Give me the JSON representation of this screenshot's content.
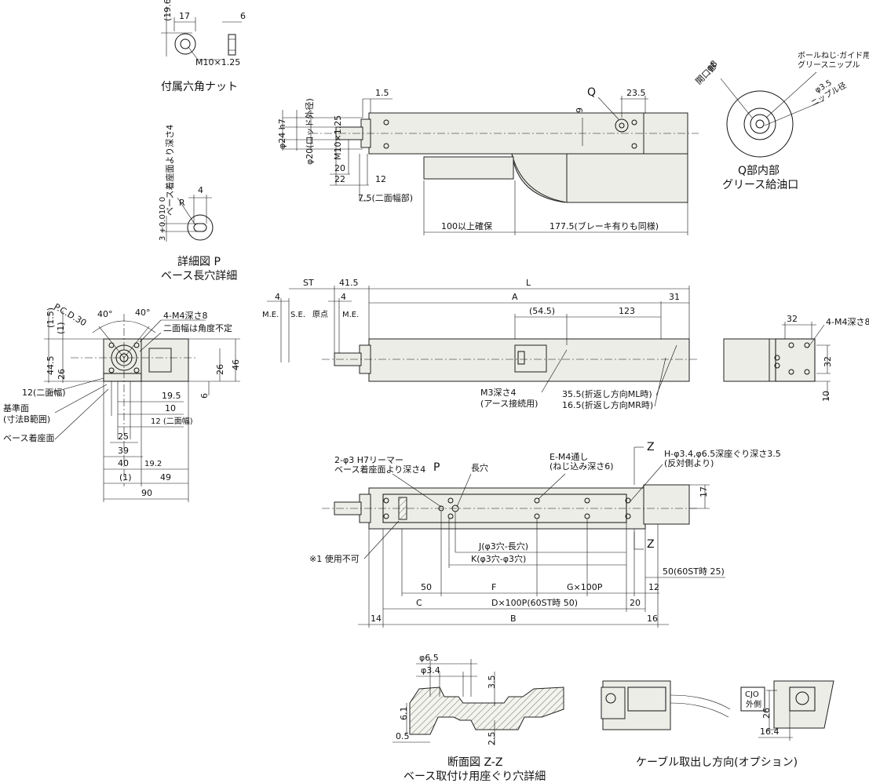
{
  "title_labels": {
    "hex_nut": "付属六角ナット",
    "detail_p_1": "詳細図 P",
    "detail_p_2": "ベース長穴詳細",
    "q_inside_1": "Q部内部",
    "q_inside_2": "グリース給油口",
    "section_zz_1": "断面図 Z-Z",
    "section_zz_2": "ベース取付け用座ぐり穴詳細",
    "cable_dir": "ケーブル取出し方向(オプション)"
  },
  "nut": {
    "d196": "(19.6)",
    "d17": "17",
    "d6": "6",
    "thread": "M10×1.25"
  },
  "detail_p": {
    "depth_label": "ベース着座面より深さ4",
    "tol": "3 +0.010 0",
    "d4": "4",
    "r": "R"
  },
  "top_view": {
    "d24": "φ24 h7",
    "d20": "φ20(ロッド外径)",
    "m10": "M10×1.25",
    "d15": "1.5",
    "d20b": "20",
    "d22": "22",
    "d12": "12",
    "d75": "7.5(二面幅部)",
    "q": "Q",
    "d235": "23.5",
    "d9": "9",
    "d100": "100以上確保",
    "d1775": "177.5(ブレーキ有りも同様)"
  },
  "q_detail": {
    "d8": "φ8",
    "open": "開口部",
    "nipple1": "ボールねじ·ガイド用",
    "nipple2": "グリースニップル",
    "d35": "φ3.5",
    "nip": "ニップル径"
  },
  "front_view": {
    "pcd": "P.C.D.30",
    "a40a": "40°",
    "a40b": "40°",
    "m4": "4-M4深さ8",
    "flat": "二面幅は角度不定",
    "d15": "(1.5)",
    "d1": "(1)",
    "d445": "44.5",
    "d26": "26",
    "d26b": "26",
    "d46": "46",
    "d6": "6",
    "d12": "12(二面幅)",
    "ref1": "基準面",
    "ref2": "(寸法B範囲)",
    "seat": "ベース着座面",
    "d195": "19.5",
    "d10": "10",
    "d12b": "12 (二面幅)",
    "d25": "25",
    "d39": "39",
    "d40": "40",
    "d192": "19.2",
    "d1b": "(1)",
    "d49": "49",
    "d90": "90"
  },
  "side_view": {
    "st": "ST",
    "d415": "41.5",
    "L": "L",
    "d4a": "4",
    "d4b": "4",
    "me1": "M.E.",
    "se": "S.E.",
    "origin": "原点",
    "me2": "M.E.",
    "A": "A",
    "d31": "31",
    "d545": "(54.5)",
    "d123": "123",
    "m3": "M3深さ4",
    "earth": "(アース接続用)",
    "ml": "35.5(折返し方向ML時)",
    "mr": "16.5(折返し方向MR時)"
  },
  "end_view": {
    "d32": "32",
    "m4": "4-M4深さ8",
    "d32b": "32",
    "d10": "10"
  },
  "bottom_view": {
    "reamer1": "2-φ3 H7リーマー",
    "reamer2": "ベース着座面より深さ4",
    "p": "P",
    "slot": "長穴",
    "em4a": "E-M4通し",
    "em4b": "(ねじ込み深さ6)",
    "z": "Z",
    "h1": "H-φ3.4,φ6.5深座ぐり深さ3.5",
    "h2": "(反対側より)",
    "d17": "17",
    "z2": "Z",
    "note": "※1 使用不可",
    "J": "J(φ3穴-長穴)",
    "K": "K(φ3穴-φ3穴)",
    "d50b": "50(60ST時 25)",
    "d50": "50",
    "F": "F",
    "G": "G×100P",
    "d12": "12",
    "C": "C",
    "D": "D×100P(60ST時 50)",
    "d20": "20",
    "d14": "14",
    "B": "B",
    "d16": "16"
  },
  "section_zz": {
    "d65": "φ6.5",
    "d34": "φ3.4",
    "d35": "3.5",
    "d61": "6.1",
    "d25": "2.5",
    "d05": "0.5"
  },
  "cable": {
    "cjo1": "CJO",
    "cjo2": "外側",
    "d26": "26",
    "d164": "16.4"
  }
}
